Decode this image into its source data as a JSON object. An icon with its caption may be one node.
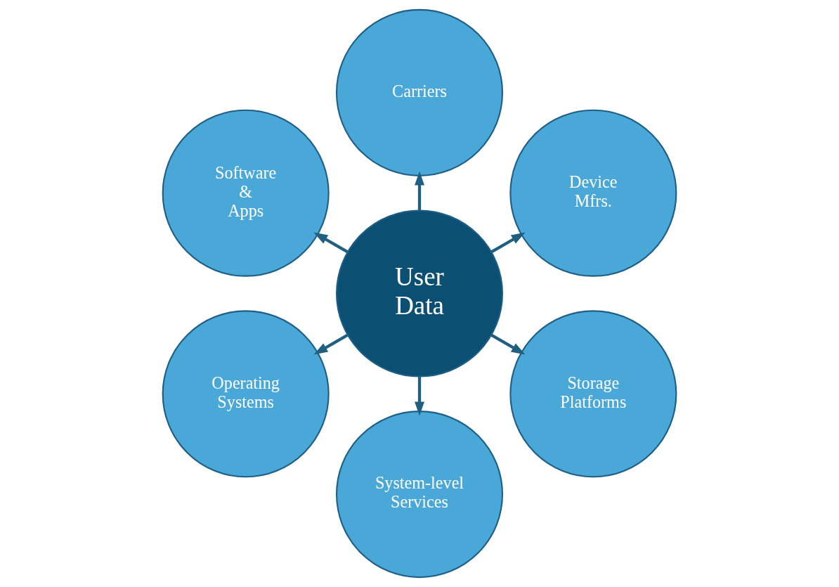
{
  "diagram": {
    "nodes": [
      {
        "text": [
          "Device Mfrs."
        ]
      },
      {
        "text": [
          "Carriers"
        ]
      },
      {
        "text": [
          "Software & Apps"
        ]
      },
      {
        "text": [
          "User Data"
        ]
      },
      {
        "text": [
          "Operating Systems"
        ]
      },
      {
        "text": [
          "System-level Services"
        ]
      },
      {
        "text": [
          "Storage Platforms"
        ]
      }
    ],
    "edges": [
      {
        "from": 3,
        "to": 0,
        "arrow": "to"
      },
      {
        "from": 3,
        "to": 1,
        "arrow": "to"
      },
      {
        "from": 3,
        "to": 2,
        "arrow": "to"
      },
      {
        "from": 3,
        "to": 4,
        "arrow": "to"
      },
      {
        "from": 3,
        "to": 5,
        "arrow": "to"
      },
      {
        "from": 3,
        "to": 6,
        "arrow": "to"
      }
    ]
  }
}
